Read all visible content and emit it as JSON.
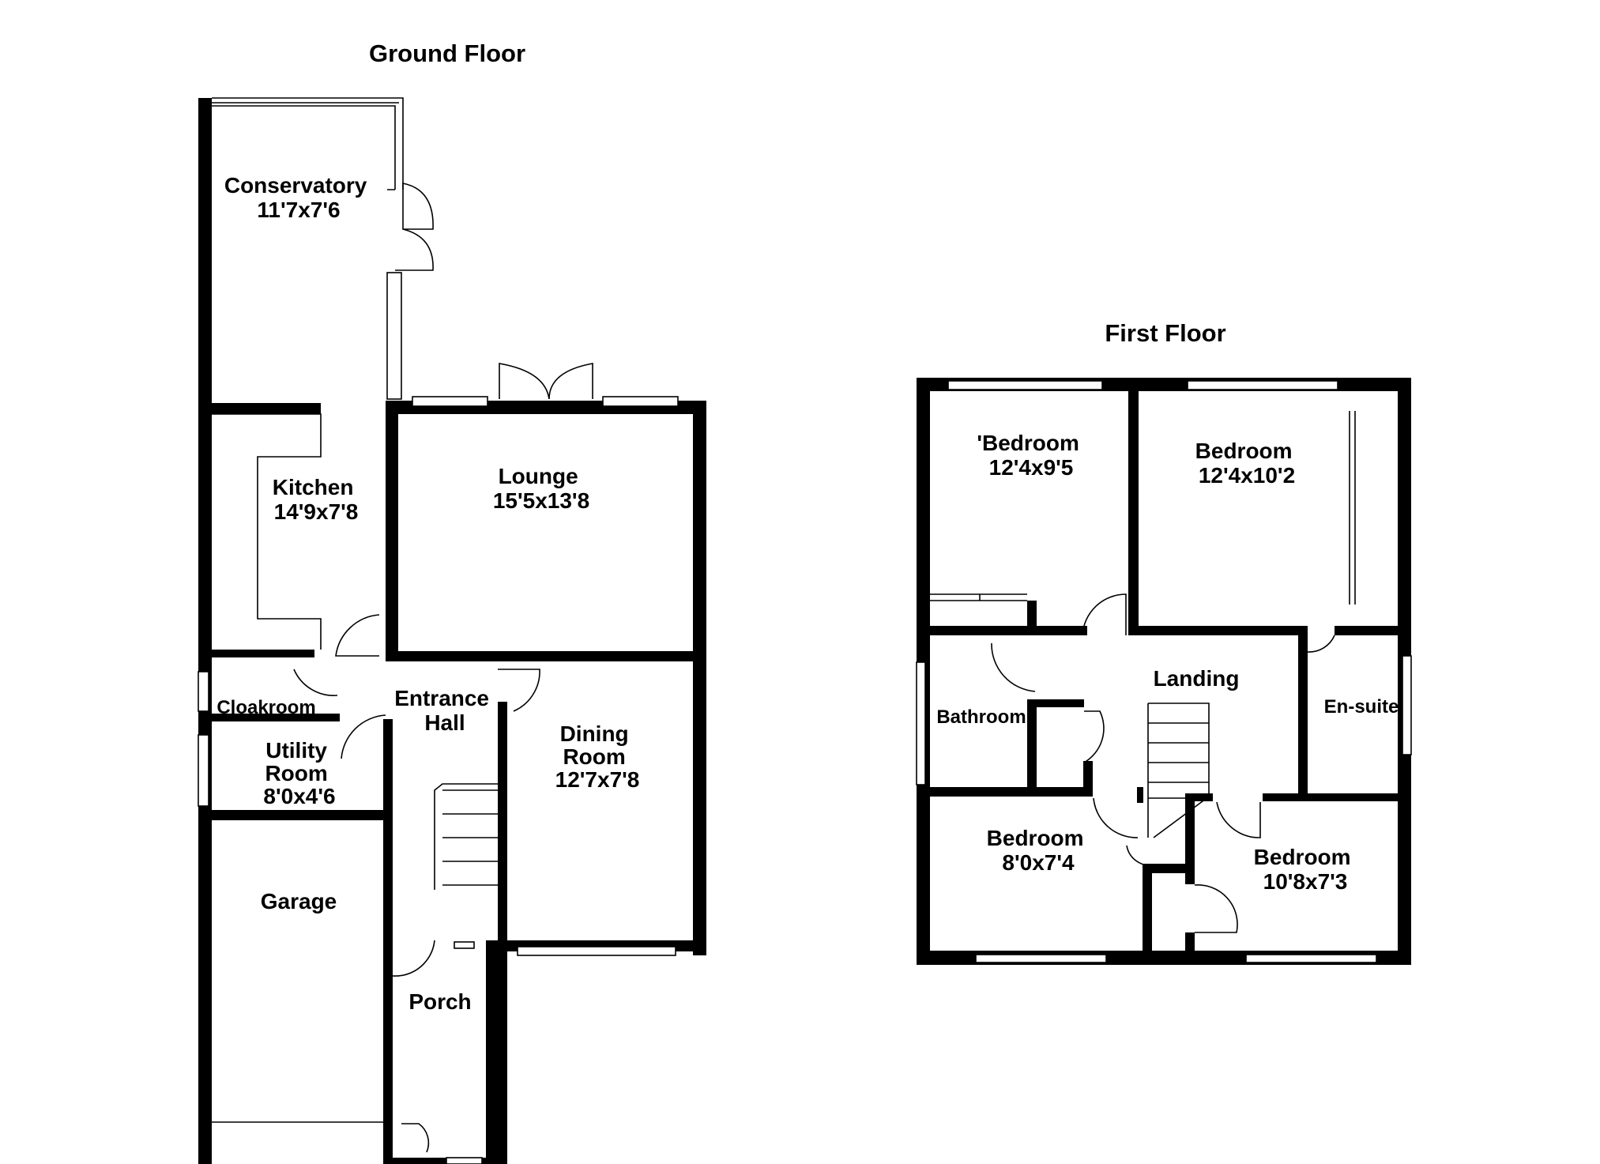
{
  "floors": [
    {
      "title": "Ground Floor",
      "rooms": [
        {
          "name": "Conservatory",
          "size": "11'7x7'6"
        },
        {
          "name": "Kitchen",
          "size": "14'9x7'8"
        },
        {
          "name": "Lounge",
          "size": "15'5x13'8"
        },
        {
          "name": "Cloakroom",
          "size": ""
        },
        {
          "name": "Entrance",
          "size": "Hall"
        },
        {
          "name": "Utility",
          "size": "Room",
          "size2": "8'0x4'6"
        },
        {
          "name": "Dining",
          "size": "Room",
          "size2": "12'7x7'8"
        },
        {
          "name": "Garage",
          "size": ""
        },
        {
          "name": "Porch",
          "size": ""
        }
      ]
    },
    {
      "title": "First Floor",
      "rooms": [
        {
          "name": "'Bedroom",
          "size": "12'4x9'5"
        },
        {
          "name": "Bedroom",
          "size": "12'4x10'2"
        },
        {
          "name": "Landing",
          "size": ""
        },
        {
          "name": "Bathroom",
          "size": ""
        },
        {
          "name": "En-suite",
          "size": ""
        },
        {
          "name": "Bedroom",
          "size": "8'0x7'4"
        },
        {
          "name": "Bedroom",
          "size": "10'8x7'3"
        }
      ]
    }
  ]
}
